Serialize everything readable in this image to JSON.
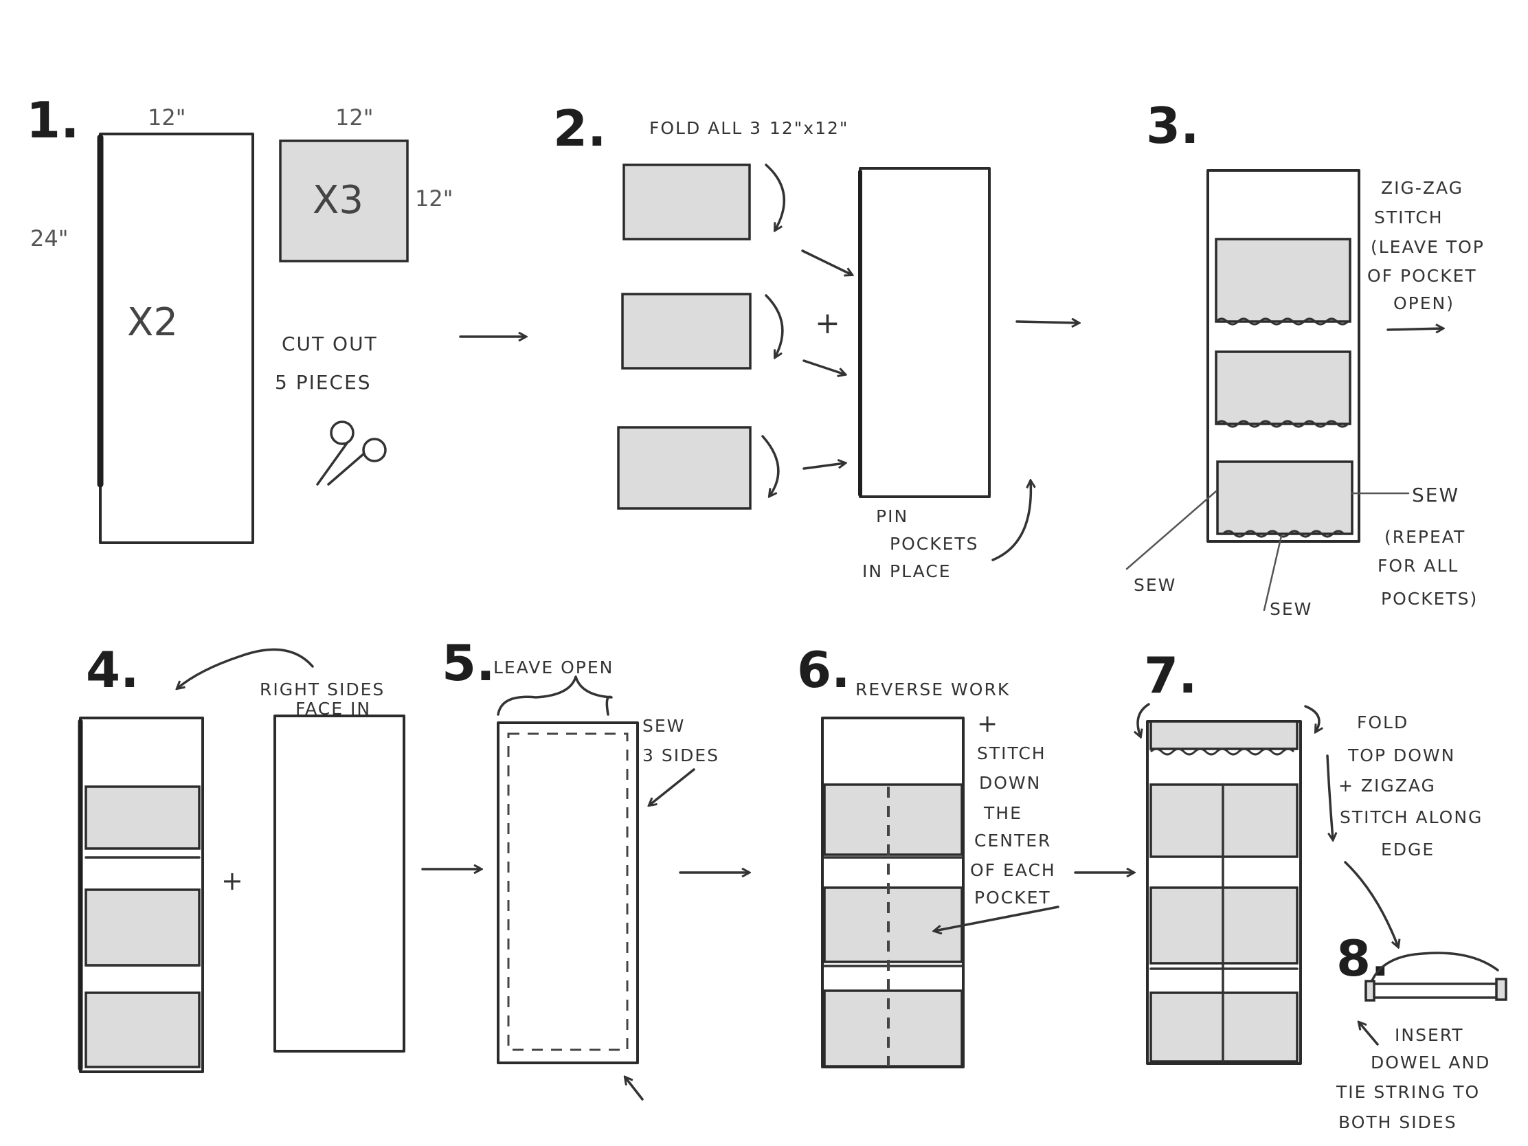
{
  "steps": {
    "s1": "1.",
    "s2": "2.",
    "s3": "3.",
    "s4": "4.",
    "s5": "5.",
    "s6": "6.",
    "s7": "7.",
    "s8": "8."
  },
  "step1": {
    "width_label": "12\"",
    "height_label": "24\"",
    "count_label": "X2",
    "square_top": "12\"",
    "square_side": "12\"",
    "square_count": "X3",
    "cut_line1": "CUT OUT",
    "cut_line2": "5 PIECES"
  },
  "step2": {
    "fold_note_a": "FOLD ALL 3",
    "fold_note_b": "12\"x12\"",
    "pin_line1": "PIN",
    "pin_line2": "POCKETS",
    "pin_line3": "IN PLACE"
  },
  "step3": {
    "note_line1": "ZIG-ZAG",
    "note_line2": "STITCH",
    "note_line3": "(LEAVE TOP",
    "note_line4": "OF POCKET",
    "note_line5": "OPEN)",
    "sew_right": "SEW",
    "sew_left": "SEW",
    "sew_bottom": "SEW",
    "repeat_line1": "(REPEAT",
    "repeat_line2": "FOR ALL",
    "repeat_line3": "POCKETS)"
  },
  "step4": {
    "right_line1": "RIGHT SIDES",
    "right_line2": "FACE IN"
  },
  "step5": {
    "leave_open": "LEAVE OPEN",
    "sew_line1": "SEW",
    "sew_line2": "3 SIDES"
  },
  "step6": {
    "line1": "REVERSE WORK",
    "line2": "+",
    "line3": "STITCH",
    "line4": "DOWN",
    "line5": "THE",
    "line6": "CENTER",
    "line7": "OF EACH",
    "line8": "POCKET"
  },
  "step7": {
    "line1": "FOLD",
    "line2": "TOP DOWN",
    "line3": "+ ZIGZAG",
    "line4": "STITCH ALONG",
    "line5": "EDGE"
  },
  "step8": {
    "line1": "INSERT",
    "line2": "DOWEL AND",
    "line3": "TIE STRING TO",
    "line4": "BOTH SIDES"
  },
  "colors": {
    "ink": "#2b2b2b",
    "shade": "#dcdcdc"
  }
}
